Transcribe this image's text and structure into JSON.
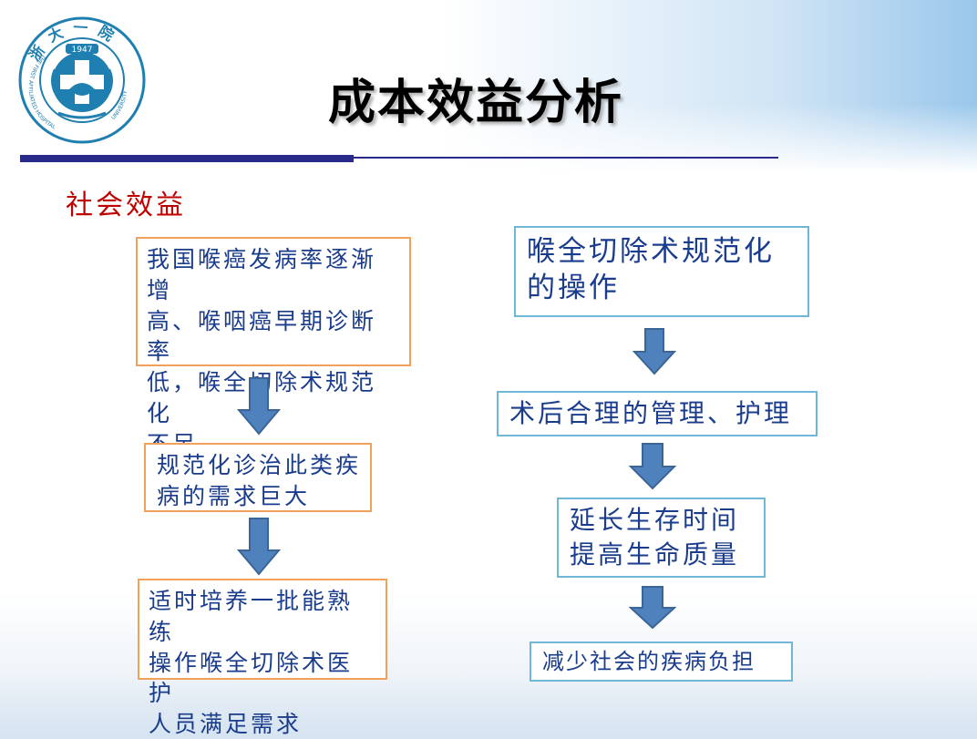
{
  "slide": {
    "title": "成本效益分析",
    "section_label": "社会效益",
    "logo": {
      "icon": "hospital-seal-logo",
      "text_top": "浙大一院",
      "year": "1947",
      "text_left": "THE FIRST AFFILIATED HOSPITAL",
      "text_right": "UNIVERSITY",
      "colors": {
        "primary": "#1e7fb0"
      }
    }
  },
  "left_flow": {
    "boxes": [
      {
        "text": "我国喉癌发病率逐渐增高、喉咽癌早期诊断率低，喉全切除术规范化不足",
        "lines": [
          "我国喉癌发病率逐渐增",
          "高、喉咽癌早期诊断率",
          "低，喉全切除术规范化",
          "不足"
        ]
      },
      {
        "text": "规范化诊治此类疾病的需求巨大",
        "lines": [
          "规范化诊治此类疾",
          "病的需求巨大"
        ]
      },
      {
        "text": "适时培养一批能熟练操作喉全切除术医护人员满足需求",
        "lines": [
          "适时培养一批能熟练",
          "操作喉全切除术医护",
          "人员满足需求"
        ]
      }
    ]
  },
  "right_flow": {
    "boxes": [
      {
        "text": "喉全切除术规范化的操作",
        "lines": [
          "喉全切除术规范化",
          "的操作"
        ]
      },
      {
        "text": "术后合理的管理、护理",
        "lines": [
          "术后合理的管理、护理"
        ]
      },
      {
        "text": "延长生存时间提高生命质量",
        "lines": [
          "延长生存时间",
          "提高生命质量"
        ]
      },
      {
        "text": "减少社会的疾病负担",
        "lines": [
          "减少社会的疾病负担"
        ]
      }
    ]
  },
  "colors": {
    "box_text": "#1a3c8c",
    "left_border": "#f2a15a",
    "right_border": "#6fb7d6",
    "arrow_fill": "#4f81bd",
    "arrow_stroke": "#3a6596",
    "rule": "#2a2a8c",
    "section_label": "#c00000"
  }
}
